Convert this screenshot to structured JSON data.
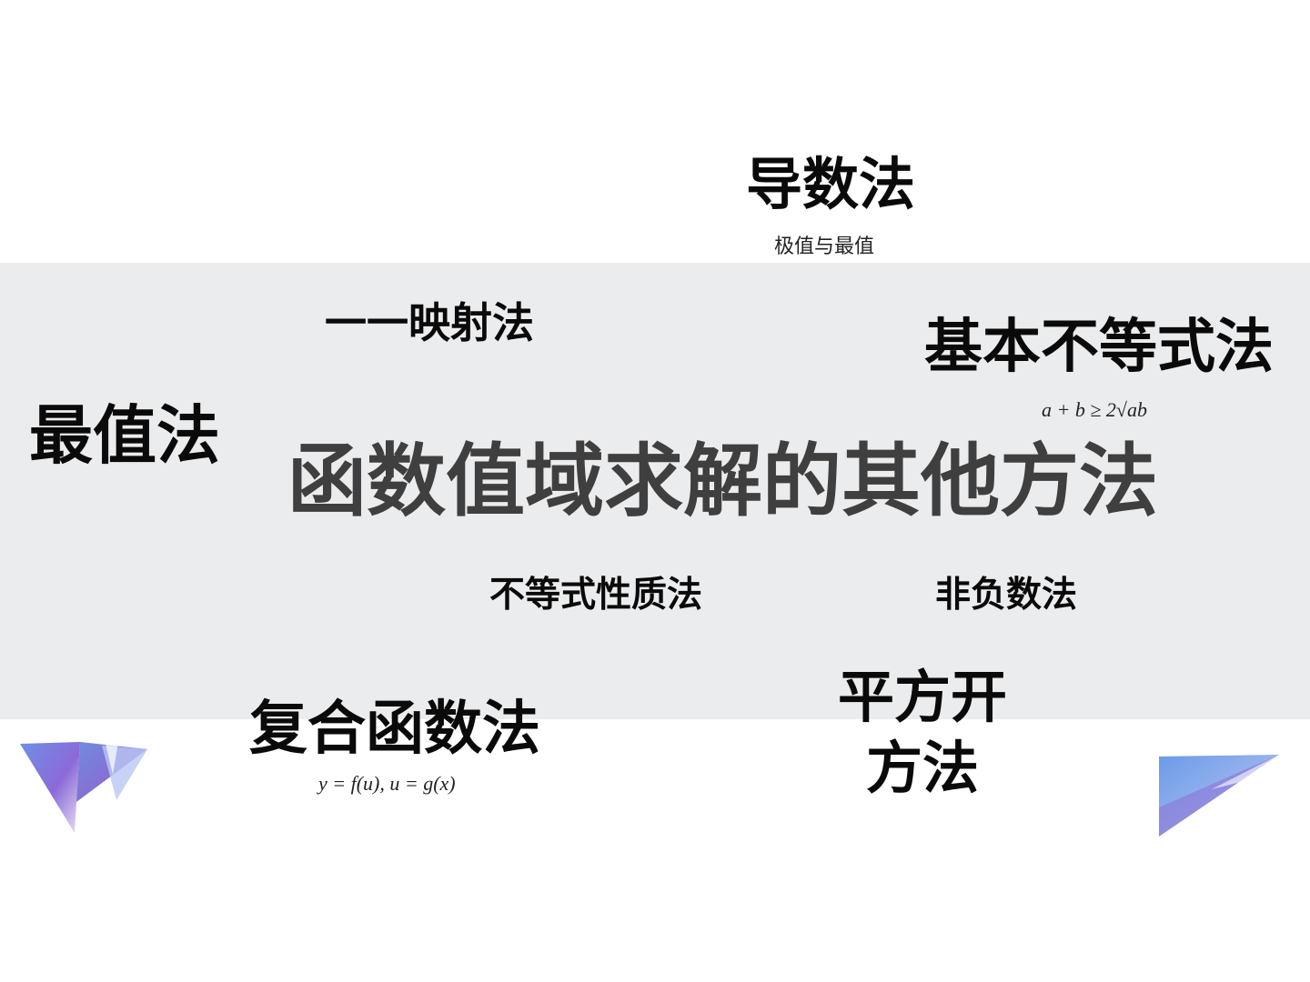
{
  "title": "函数值域求解的其他方法",
  "methods": {
    "derivative": {
      "label": "导数法",
      "note": "极值与最值"
    },
    "one_to_one": {
      "label": "一一映射法"
    },
    "basic_inequality": {
      "label": "基本不等式法",
      "formula": "a + b ≥ 2√ab"
    },
    "extremum": {
      "label": "最值法"
    },
    "inequality_property": {
      "label": "不等式性质法"
    },
    "non_negative": {
      "label": "非负数法"
    },
    "composite": {
      "label": "复合函数法",
      "formula": "y = f(u), u = g(x)"
    },
    "square_root": {
      "label_line1": "平方开",
      "label_line2": "方法"
    }
  },
  "colors": {
    "band": "#ebecee",
    "title": "#3f3f3f",
    "text": "#0a0a0a"
  },
  "icons": {
    "left": "triangle-prism-decoration",
    "right": "triangle-prism-decoration"
  }
}
